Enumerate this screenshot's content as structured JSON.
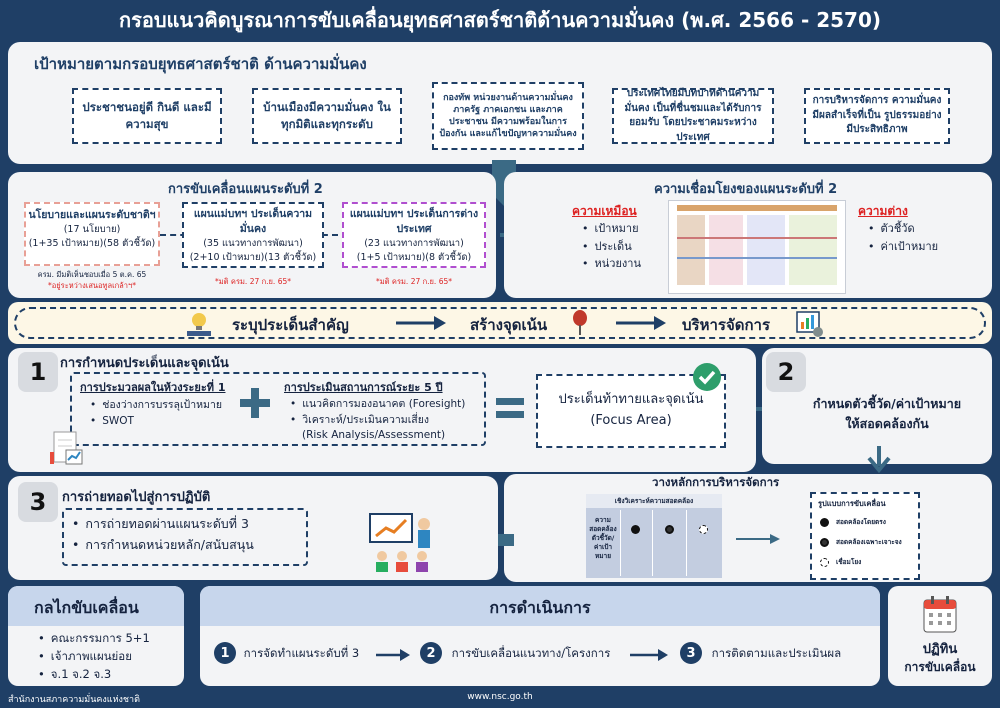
{
  "title": "กรอบแนวคิดบูรณาการขับเคลื่อนยุทธศาสตร์ชาติด้านความมั่นคง (พ.ศ. 2566 - 2570)",
  "goals": {
    "heading": "เป้าหมายตามกรอบยุทธศาสตร์ชาติ ด้านความมั่นคง",
    "items": [
      "ประชาชนอยู่ดี กินดี และมีความสุข",
      "บ้านเมืองมีความมั่นคง ในทุกมิติและทุกระดับ",
      "กองทัพ หน่วยงานด้านความมั่นคง ภาครัฐ ภาคเอกชน และภาคประชาชน มีความพร้อมในการป้องกัน และแก้ไขปัญหาความมั่นคง",
      "ประเทศไทยมีบทบาทด้านความมั่นคง เป็นที่ชื่นชมและได้รับการยอมรับ โดยประชาคมระหว่างประเทศ",
      "การบริหารจัดการ ความมั่นคงมีผลสำเร็จที่เป็น รูปธรรมอย่างมีประสิทธิภาพ"
    ]
  },
  "level2": {
    "heading": "การขับเคลื่อนแผนระดับที่ 2",
    "plan1": {
      "title": "นโยบายและแผนระดับชาติฯ",
      "l1": "(17 นโยบาย)",
      "l2": "(1+35 เป้าหมาย)(58 ตัวชี้วัด)",
      "note1": "ครม. มีมติเห็นชอบเมื่อ 5 ต.ค. 65",
      "note2": "*อยู่ระหว่างเสนอทูลเกล้าฯ*"
    },
    "plan2": {
      "title": "แผนแม่บทฯ ประเด็นความมั่นคง",
      "l1": "(35 แนวทางการพัฒนา)",
      "l2": "(2+10 เป้าหมาย)(13 ตัวชี้วัด)",
      "note": "*มติ ครม. 27 ก.ย. 65*"
    },
    "plan3": {
      "title": "แผนแม่บทฯ ประเด็นการต่างประเทศ",
      "l1": "(23 แนวทางการพัฒนา)",
      "l2": "(1+5 เป้าหมาย)(8 ตัวชี้วัด)",
      "note": "*มติ ครม. 27 ก.ย. 65*"
    }
  },
  "link": {
    "heading": "ความเชื่อมโยงของแผนระดับที่ 2",
    "same_title": "ความเหมือน",
    "same_items": [
      "เป้าหมาย",
      "ประเด็น",
      "หน่วยงาน"
    ],
    "diff_title": "ความต่าง",
    "diff_items": [
      "ตัวชี้วัด",
      "ค่าเป้าหมาย"
    ]
  },
  "flow": [
    "ระบุประเด็นสำคัญ",
    "สร้างจุดเน้น",
    "บริหารจัดการ"
  ],
  "step1": {
    "num": "1",
    "heading": "การกำหนดประเด็นและจุดเน้น",
    "a_title": "การประมวลผลในห้วงระยะที่ 1",
    "a_items": [
      "ช่องว่างการบรรลุเป้าหมาย",
      "SWOT"
    ],
    "b_title": "การประเมินสถานการณ์ระยะ 5 ปี",
    "b_items": [
      "แนวคิดการมองอนาคต (Foresight)",
      "วิเคราะห์/ประเมินความเสี่ยง"
    ],
    "b_extra": "(Risk Analysis/Assessment)",
    "result1": "ประเด็นท้าทายและจุดเน้น",
    "result2": "(Focus Area)"
  },
  "step2": {
    "num": "2",
    "line1": "กำหนดตัวชี้วัด/ค่าเป้าหมาย",
    "line2": "ให้สอดคล้องกัน"
  },
  "step3": {
    "num": "3",
    "heading": "การถ่ายทอดไปสู่การปฏิบัติ",
    "items": [
      "การถ่ายทอดผ่านแผนระดับที่ 3",
      "การกำหนดหน่วยหลัก/สนับสนุน"
    ]
  },
  "mgmt": {
    "heading": "วางหลักการบริหารจัดการ",
    "table_head": "เชิงวิเคราะห์ความสอดคล้อง",
    "table_side": "ความสอดคล้อง ตัวชี้วัด/ ค่าเป้าหมาย",
    "legend_title": "รูปแบบการขับเคลื่อน",
    "legend": [
      "สอดคล้องโดยตรง",
      "สอดคล้องเฉพาะเจาะจง",
      "เชื่อมโยง"
    ]
  },
  "mech": {
    "heading": "กลไกขับเคลื่อน",
    "items": [
      "คณะกรรมการ 5+1",
      "เจ้าภาพแผนย่อย",
      "จ.1 จ.2 จ.3"
    ]
  },
  "ops": {
    "heading": "การดำเนินการ",
    "steps": [
      {
        "n": "1",
        "label": "การจัดทำแผนระดับที่ 3"
      },
      {
        "n": "2",
        "label": "การขับเคลื่อนแนวทาง/โครงการ"
      },
      {
        "n": "3",
        "label": "การติดตามและประเมินผล"
      }
    ]
  },
  "calendar": {
    "line1": "ปฏิทิน",
    "line2": "การขับเคลื่อน"
  },
  "footer": {
    "org": "สำนักงานสภาความมั่นคงแห่งชาติ",
    "url": "www.nsc.go.th"
  }
}
